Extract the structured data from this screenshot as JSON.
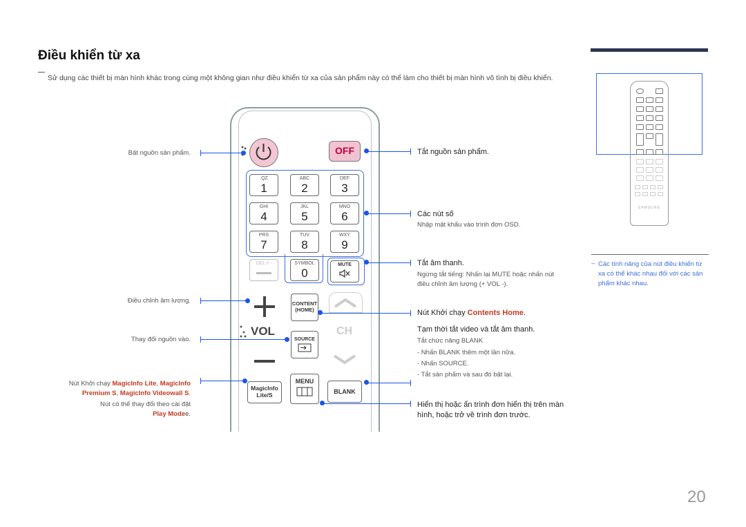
{
  "page": {
    "title": "Điều khiển từ xa",
    "intro": "Sử dụng các thiết bị màn hình khác trong cùng một không gian như điều khiển từ xa của sản phẩm này có thể làm cho thiết bị màn hình vô tình bị điều khiển.",
    "page_number": "20"
  },
  "remote": {
    "off": "OFF",
    "keys": [
      {
        "sub": ".QZ",
        "num": "1"
      },
      {
        "sub": "ABC",
        "num": "2"
      },
      {
        "sub": "DEF",
        "num": "3"
      },
      {
        "sub": "GHI",
        "num": "4"
      },
      {
        "sub": "JKL",
        "num": "5"
      },
      {
        "sub": "MNO",
        "num": "6"
      },
      {
        "sub": "PRS",
        "num": "7"
      },
      {
        "sub": "TUV",
        "num": "8"
      },
      {
        "sub": "WXY",
        "num": "9"
      }
    ],
    "del": "DEL-/--",
    "symbol": "SYMBOL",
    "zero": "0",
    "mute": "MUTE",
    "content": "CONTENT",
    "home": "(HOME)",
    "vol": "VOL",
    "ch": "CH",
    "source": "SOURCE",
    "menu": "MENU",
    "magicinfo": "MagicInfo",
    "lite_s": "Lite/S",
    "blank": "BLANK"
  },
  "labels_left": {
    "power_on": "Bật nguồn sản phẩm.",
    "volume": "Điều chỉnh âm lượng.",
    "source": "Thay đổi nguồn vào.",
    "magic_prefix": "Nút Khởi chạy ",
    "magic_lite": "MagicInfo Lite",
    "magic_comma": ", ",
    "magic_info": "MagicInfo",
    "magic_premium": "Premium S",
    "magic_comma2": ", ",
    "magic_videowall": "MagicInfo Videowall S",
    "magic_dot": ".",
    "magic_note": "Nút có thể thay đổi theo cài đặt",
    "play_mode": "Play Mode",
    "play_mode_suffix": "e."
  },
  "labels_right": {
    "power_off": "Tắt nguồn sản phẩm.",
    "numbers_title": "Các nút số",
    "numbers_sub": "Nhập mật khẩu vào trình đơn OSD.",
    "mute_title": "Tắt âm thanh.",
    "mute_sub1": "Ngừng tắt tiếng: Nhấn lại MUTE hoặc nhấn nút",
    "mute_sub2": "điều chỉnh âm lượng (+ VOL -).",
    "home_prefix": "Nút Khởi chạy ",
    "home_red": "Contents Home",
    "home_suffix": ".",
    "blank_title": "Tạm thời tắt video và tắt âm thanh.",
    "blank_sub1": "Tắt chức năng BLANK",
    "blank_sub2": "- Nhấn BLANK thêm một lần nữa.",
    "blank_sub3": "- Nhấn SOURCE.",
    "blank_sub4": "- Tắt sản phẩm và sau đó bật lại.",
    "menu_title1": "Hiển thị hoặc ẩn trình đơn hiển thị trên màn",
    "menu_title2": "hình, hoặc trở về trình đơn trước."
  },
  "side": {
    "note": "Các tính năng của nút điều khiển từ xa có thể khác nhau đối với các sản phẩm khác nhau.",
    "brand": "SAMSUNG"
  }
}
